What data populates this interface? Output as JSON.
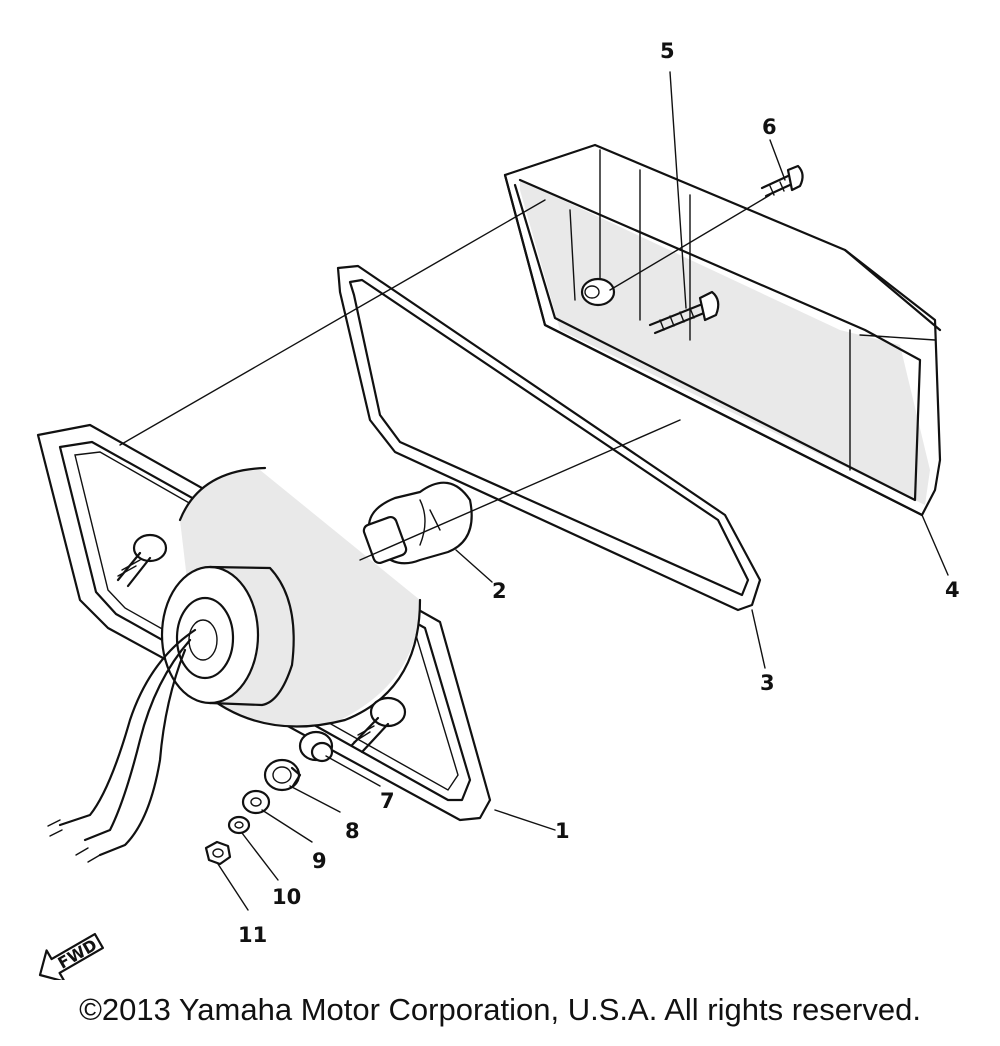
{
  "diagram": {
    "callouts": {
      "c1": "1",
      "c2": "2",
      "c3": "3",
      "c4": "4",
      "c5": "5",
      "c6": "6",
      "c7": "7",
      "c8": "8",
      "c9": "9",
      "c10": "10",
      "c11": "11"
    },
    "direction_label": "FWD"
  },
  "footer": {
    "copyright": "©2013 Yamaha Motor Corporation, U.S.A. All rights reserved."
  }
}
